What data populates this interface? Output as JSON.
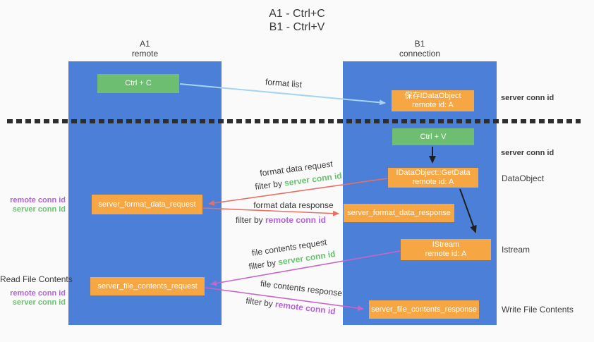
{
  "title": {
    "line1": "A1 - Ctrl+C",
    "line2": "B1 - Ctrl+V"
  },
  "lanes": {
    "left": {
      "name": "A1",
      "subtitle": "remote"
    },
    "right": {
      "name": "B1",
      "subtitle": "connection"
    }
  },
  "boxes": {
    "ctrl_c": "Ctrl + C",
    "ctrl_v": "Ctrl + V",
    "save_dataobject_line1": "保存IDataObject",
    "save_dataobject_line2": "remote id: A",
    "getdata_line1": "IDataObject::GetData",
    "getdata_line2": "remote id: A",
    "istream_line1": "IStream",
    "istream_line2": "remote id: A",
    "format_request": "server_format_data_request",
    "format_response": "server_format_data_response",
    "file_request": "server_file_contents_request",
    "file_response": "server_file_contents_response"
  },
  "arrow_labels": {
    "format_list": "format list",
    "format_data_request": "format data request",
    "format_data_response": "format data response",
    "file_contents_request": "file contents request",
    "file_contents_response": "file contents response",
    "filter_by": "filter by ",
    "server_conn_id": "server conn id",
    "remote_conn_id": "remote conn id"
  },
  "side_labels": {
    "server_conn_id_top": "server conn id",
    "server_conn_id_mid": "server conn id",
    "dataobject": "DataObject",
    "istream": "Istream",
    "write_file_contents": "Write File Contents",
    "read_file_contents": "Read File Contents",
    "remote_conn_id": "remote conn id",
    "server_conn_id": "server conn id"
  },
  "colors": {
    "lane_blue": "#4c80d8",
    "box_green": "#6dbe71",
    "box_orange": "#f6a643",
    "arrow_blue": "#a5d3f2",
    "arrow_red": "#e86f62",
    "arrow_magenta": "#c766c9",
    "arrow_black": "#1f1f1f",
    "text_green": "#68c26d",
    "text_purple": "#b363d6",
    "text_dark": "#3b3b3b"
  }
}
